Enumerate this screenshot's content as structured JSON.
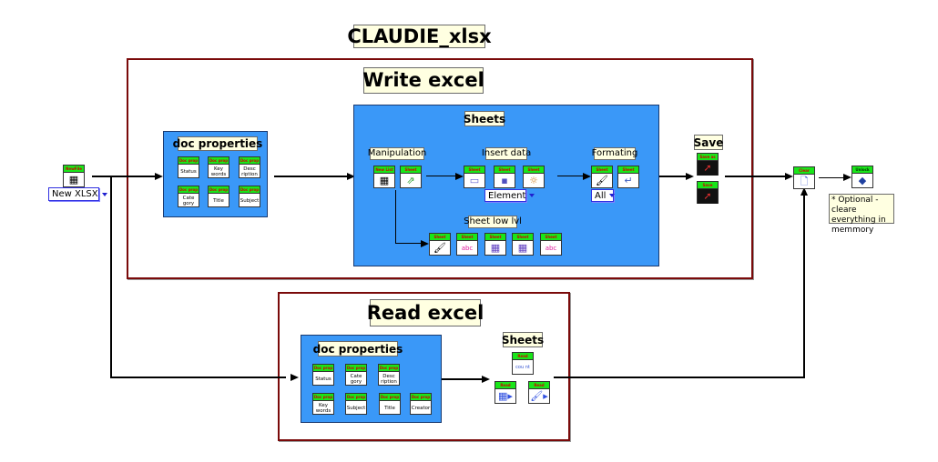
{
  "title": "CLAUDIE_xlsx",
  "new_file": {
    "vi_header": "NewFile",
    "icon": "excel-file-icon",
    "enum_value": "New XLSX"
  },
  "write_excel": {
    "title": "Write excel",
    "doc_properties": {
      "title": "doc properties",
      "items": [
        {
          "header": "Doc prop",
          "label": "Status"
        },
        {
          "header": "Doc prop",
          "label": "Key words"
        },
        {
          "header": "Doc prop",
          "label": "Desc ription"
        },
        {
          "header": "Doc prop",
          "label": "Cate gory"
        },
        {
          "header": "Doc prop",
          "label": "Title"
        },
        {
          "header": "Doc prop",
          "label": "Subject"
        }
      ]
    },
    "sheets": {
      "title": "Sheets",
      "manipulation": {
        "title": "Manipulation",
        "items": [
          {
            "header": "New List",
            "icon": "new-sheet-icon"
          },
          {
            "header": "Sheet",
            "icon": "copy-sheet-icon"
          }
        ]
      },
      "insert_data": {
        "title": "Insert data",
        "items": [
          {
            "header": "Sheet",
            "icon": "insert-row-icon"
          },
          {
            "header": "Sheet",
            "icon": "insert-cell-icon"
          },
          {
            "header": "Sheet",
            "icon": "insert-image-icon"
          }
        ],
        "enum_value": "Element"
      },
      "formating": {
        "title": "Formating",
        "items": [
          {
            "header": "Sheet",
            "icon": "format-brush-icon"
          },
          {
            "header": "Sheet",
            "icon": "column-width-icon"
          }
        ],
        "enum_value": "All"
      },
      "sheet_low_lvl": {
        "title": "Sheet low lvl",
        "items": [
          {
            "header": "Sheet",
            "icon": "low-brush-icon"
          },
          {
            "header": "Sheet",
            "icon": "low-text-icon"
          },
          {
            "header": "Sheet",
            "icon": "low-grid-icon"
          },
          {
            "header": "Sheet",
            "icon": "grid-brush-icon"
          },
          {
            "header": "Sheet",
            "icon": "low-text-down-icon"
          }
        ]
      }
    },
    "save": {
      "title": "Save",
      "items": [
        {
          "header": "Save as",
          "icon": "save-as-icon"
        },
        {
          "header": "Save",
          "icon": "save-icon"
        }
      ]
    }
  },
  "clear": {
    "header": "Clear",
    "icon": "clear-icon"
  },
  "unlock": {
    "header": "Unlock memory",
    "icon": "unlock-memory-icon"
  },
  "note": "* Optional - cleare everything in memmory",
  "read_excel": {
    "title": "Read excel",
    "doc_properties": {
      "title": "doc properties",
      "items": [
        {
          "header": "Doc prop",
          "label": "Status"
        },
        {
          "header": "Doc prop",
          "label": "Cate gory"
        },
        {
          "header": "Doc prop",
          "label": "Desc ription"
        },
        {
          "header": "Doc prop",
          "label": "Key words"
        },
        {
          "header": "Doc prop",
          "label": "Subject"
        },
        {
          "header": "Doc prop",
          "label": "Title"
        },
        {
          "header": "Doc prop",
          "label": "Creator"
        }
      ]
    },
    "sheets": {
      "title": "Sheets",
      "items": [
        {
          "header": "Read",
          "icon": "sheet-count-icon",
          "text": "cou nt"
        },
        {
          "header": "Read",
          "icon": "read-grid-icon"
        },
        {
          "header": "Read",
          "icon": "read-format-icon"
        }
      ]
    }
  }
}
